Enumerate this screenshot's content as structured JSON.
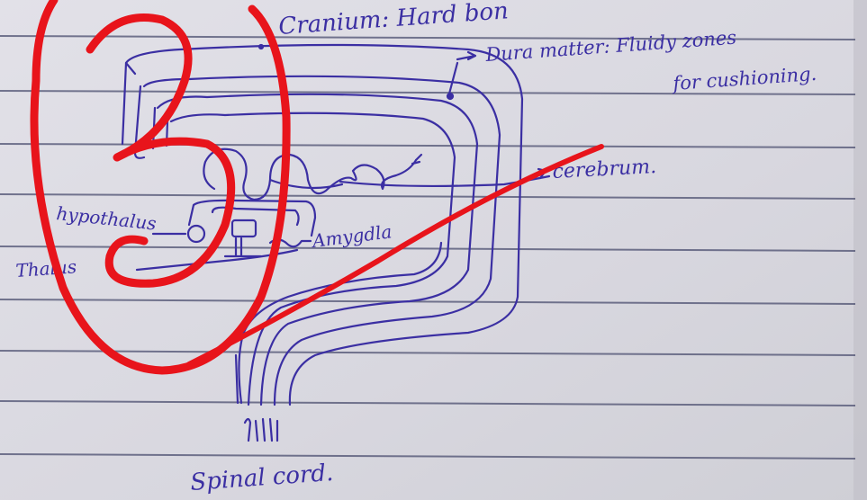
{
  "colors": {
    "paper": "#dedde4",
    "rule_line": "#4c4f70",
    "ink": "#3b2fa3",
    "red_mark": "#e8141b"
  },
  "labels": {
    "cranium": "Cranium: Hard bon",
    "dura_matter": "Dura matter: Fluidy zones",
    "dura_matter_2": "for cushioning.",
    "cerebrum": "cerebrum.",
    "hypothalamus": "hypothalus",
    "thalamus": "Thalus",
    "amygdala": "Amygdla",
    "spinal_cord": "Spinal cord."
  },
  "marks": {
    "red_number": "3"
  }
}
